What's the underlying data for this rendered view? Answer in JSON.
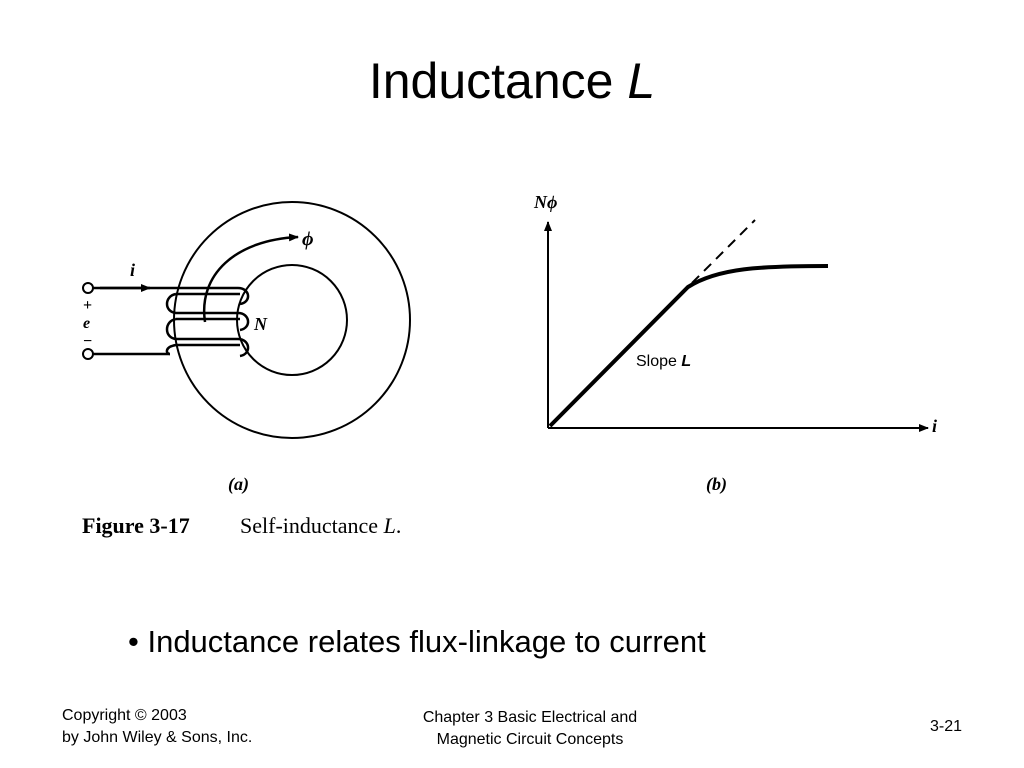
{
  "slide": {
    "title_main": "Inductance ",
    "title_symbol": "L"
  },
  "figure": {
    "label_current_a": "i",
    "label_flux": "ϕ",
    "label_turns": "N",
    "label_plus": "+",
    "label_emf": "e",
    "label_minus": "−",
    "y_axis_label": "Nϕ",
    "x_axis_label": "i",
    "slope_text": "Slope ",
    "slope_symbol": "L",
    "panel_a_label": "(a)",
    "panel_b_label": "(b)",
    "caption_number": "Figure 3-17",
    "caption_text": "Self-inductance ",
    "caption_symbol": "L",
    "caption_period": "."
  },
  "bullet": "• Inductance relates flux-linkage to current",
  "footer": {
    "copyright_line1": "Copyright © 2003",
    "copyright_line2": "by John Wiley & Sons, Inc.",
    "chapter_line1": "Chapter 3 Basic Electrical and",
    "chapter_line2": "Magnetic Circuit Concepts",
    "page_number": "3-21"
  }
}
